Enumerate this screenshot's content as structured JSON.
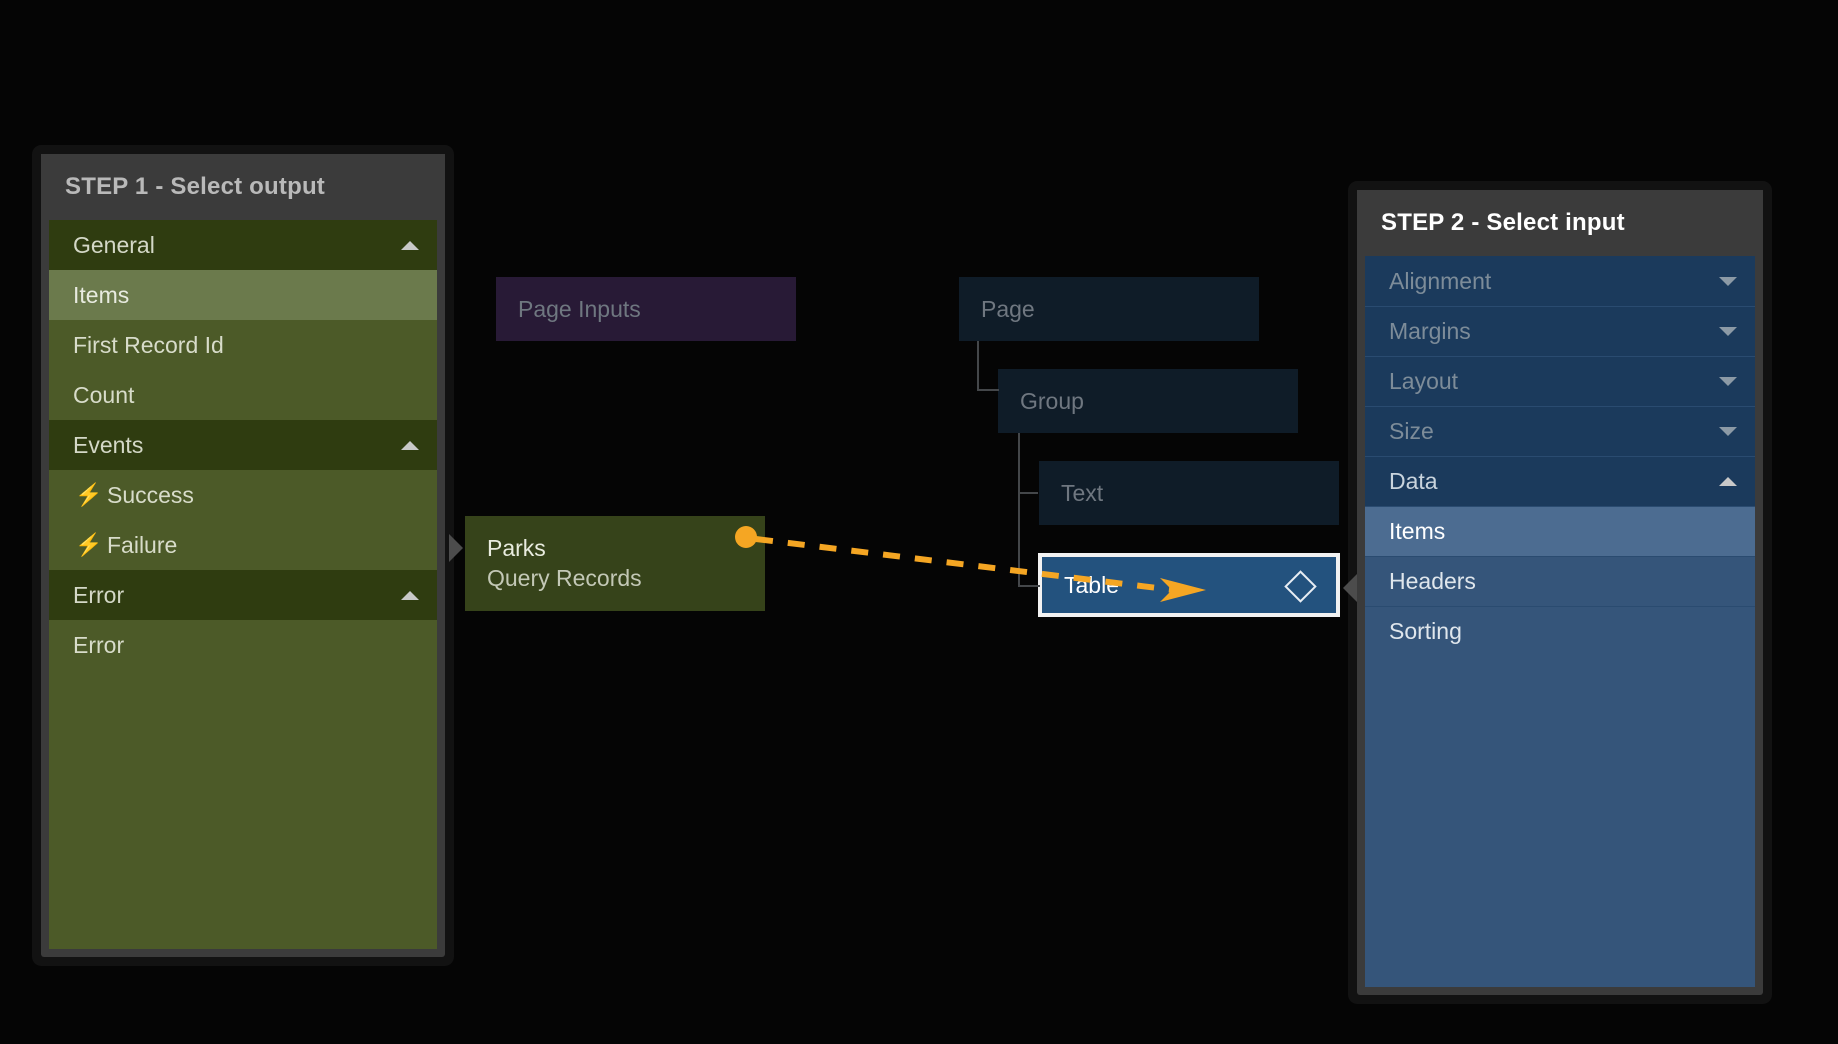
{
  "accent": {
    "connector": "#f5a623",
    "selection_outline": "#f2f2f2",
    "green_node": "#36431a",
    "blue_node": "#23527e",
    "purple_node": "#281a36",
    "navy_node": "#0f1c28",
    "canvas_bg": "#050505"
  },
  "step1": {
    "title": "STEP 1 - Select output",
    "rows": [
      {
        "label": "General",
        "kind": "group",
        "caret": "up",
        "icon": null
      },
      {
        "label": "Items",
        "kind": "selected",
        "caret": null,
        "icon": null
      },
      {
        "label": "First Record Id",
        "kind": "item",
        "caret": null,
        "icon": null
      },
      {
        "label": "Count",
        "kind": "item",
        "caret": null,
        "icon": null
      },
      {
        "label": "Events",
        "kind": "group",
        "caret": "up",
        "icon": null
      },
      {
        "label": "Success",
        "kind": "item",
        "caret": null,
        "icon": "bolt-icon"
      },
      {
        "label": "Failure",
        "kind": "item",
        "caret": null,
        "icon": "bolt-icon"
      },
      {
        "label": "Error",
        "kind": "group",
        "caret": "up",
        "icon": null
      },
      {
        "label": "Error",
        "kind": "item",
        "caret": null,
        "icon": null
      }
    ]
  },
  "step2": {
    "title": "STEP 2 - Select input",
    "rows": [
      {
        "label": "Alignment",
        "kind": "group-dim",
        "caret": "down"
      },
      {
        "label": "Margins",
        "kind": "group-dim",
        "caret": "down"
      },
      {
        "label": "Layout",
        "kind": "group-dim",
        "caret": "down"
      },
      {
        "label": "Size",
        "kind": "group-dim",
        "caret": "down"
      },
      {
        "label": "Data",
        "kind": "group",
        "caret": "up"
      },
      {
        "label": "Items",
        "kind": "selected",
        "caret": null
      },
      {
        "label": "Headers",
        "kind": "item",
        "caret": null
      },
      {
        "label": "Sorting",
        "kind": "item",
        "caret": null
      }
    ]
  },
  "graph": {
    "nodes": {
      "page_inputs": {
        "label": "Page Inputs"
      },
      "parks": {
        "title": "Parks",
        "subtitle": "Query Records"
      },
      "page": {
        "label": "Page"
      },
      "group": {
        "label": "Group"
      },
      "text": {
        "label": "Text"
      },
      "table": {
        "label": "Table",
        "badge": "diamond-icon",
        "selected": true
      }
    },
    "connection": {
      "from": "parks",
      "to": "table",
      "style": "dashed",
      "color": "#f5a623",
      "source_handle": "dot",
      "target_handle": "arrow"
    }
  },
  "icons": {
    "bolt": "⚡",
    "bolt_glyph": "lightning-bolt-icon",
    "caret_up": "collapse-caret-icon",
    "caret_down": "expand-caret-icon",
    "diamond": "diamond-icon"
  }
}
